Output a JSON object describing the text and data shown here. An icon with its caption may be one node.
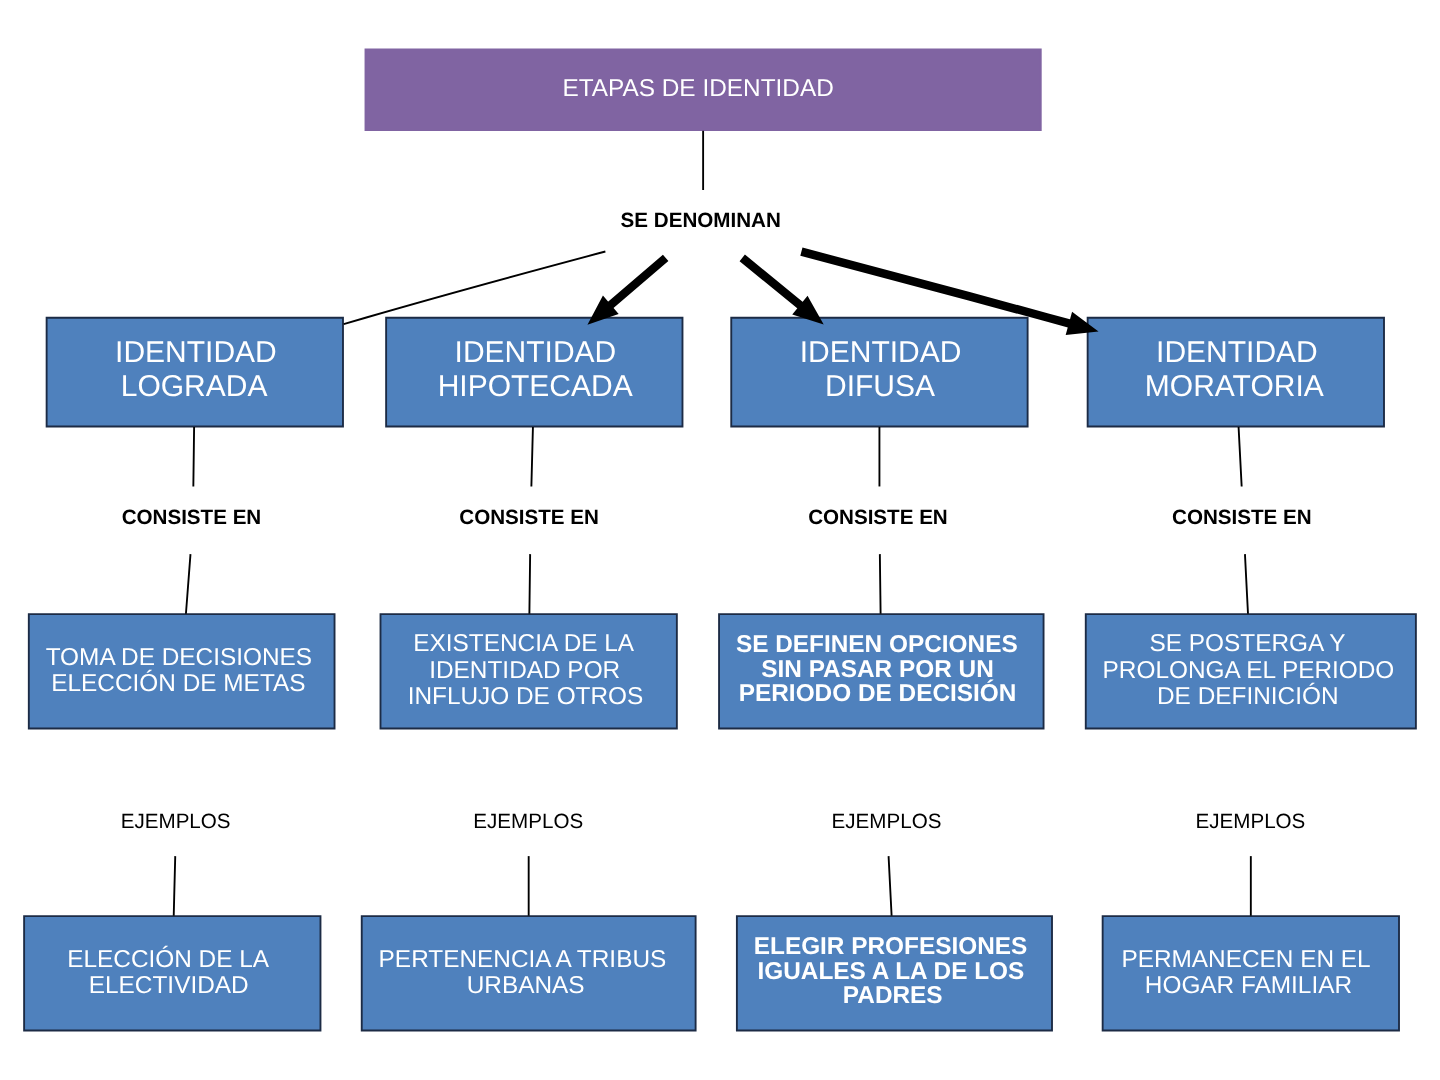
{
  "diagram": {
    "nodes": [
      {
        "text": [
          "ETAPAS DE IDENTIDAD"
        ]
      },
      {
        "text": [
          "SE DENOMINAN"
        ]
      },
      {
        "text": [
          "IDENTIDAD LOGRADA"
        ]
      },
      {
        "text": [
          "IDENTIDAD HIPOTECADA"
        ]
      },
      {
        "text": [
          "IDENTIDAD DIFUSA"
        ]
      },
      {
        "text": [
          "IDENTIDAD MORATORIA"
        ]
      },
      {
        "text": [
          "CONSISTE EN"
        ]
      },
      {
        "text": [
          "CONSISTE EN"
        ]
      },
      {
        "text": [
          "CONSISTE EN"
        ]
      },
      {
        "text": [
          "CONSISTE EN"
        ]
      },
      {
        "text": [
          "TOMA DE DECISIONES ELECCIÓN DE METAS"
        ]
      },
      {
        "text": [
          "EXISTENCIA DE LA IDENTIDAD POR INFLUJO DE OTROS"
        ]
      },
      {
        "text": [
          "SE DEFINEN OPCIONES SIN PASAR POR UN PERIODO DE DECISIÓN"
        ]
      },
      {
        "text": [
          "SE POSTERGA Y PROLONGA EL PERIODO DE DEFINICIÓN"
        ]
      },
      {
        "text": [
          "EJEMPLOS"
        ]
      },
      {
        "text": [
          "EJEMPLOS"
        ]
      },
      {
        "text": [
          "EJEMPLOS"
        ]
      },
      {
        "text": [
          "EJEMPLOS"
        ]
      },
      {
        "text": [
          "ELECCIÓN DE LA ELECTIVIDAD"
        ]
      },
      {
        "text": [
          "PERTENENCIA A TRIBUS URBANAS"
        ]
      },
      {
        "text": [
          "ELEGIR PROFESIONES IGUALES A LA DE LOS PADRES"
        ]
      },
      {
        "text": [
          "PERMANECEN EN EL HOGAR FAMILIAR"
        ]
      }
    ],
    "edges": [
      {
        "from": 0,
        "to": 1,
        "arrow": "none"
      },
      {
        "from": 1,
        "to": 2,
        "arrow": "none"
      },
      {
        "from": 1,
        "to": 3,
        "arrow": "to",
        "style": "thick"
      },
      {
        "from": 1,
        "to": 4,
        "arrow": "to",
        "style": "thick"
      },
      {
        "from": 1,
        "to": 5,
        "arrow": "to",
        "style": "thick"
      },
      {
        "from": 2,
        "to": 6,
        "arrow": "none"
      },
      {
        "from": 6,
        "to": 10,
        "arrow": "none"
      },
      {
        "from": 3,
        "to": 7,
        "arrow": "none"
      },
      {
        "from": 7,
        "to": 11,
        "arrow": "none"
      },
      {
        "from": 4,
        "to": 8,
        "arrow": "none"
      },
      {
        "from": 8,
        "to": 12,
        "arrow": "none"
      },
      {
        "from": 5,
        "to": 9,
        "arrow": "none"
      },
      {
        "from": 9,
        "to": 13,
        "arrow": "none"
      },
      {
        "from": 14,
        "to": 18,
        "arrow": "none"
      },
      {
        "from": 15,
        "to": 19,
        "arrow": "none"
      },
      {
        "from": 16,
        "to": 20,
        "arrow": "none"
      },
      {
        "from": 17,
        "to": 21,
        "arrow": "none"
      }
    ]
  }
}
